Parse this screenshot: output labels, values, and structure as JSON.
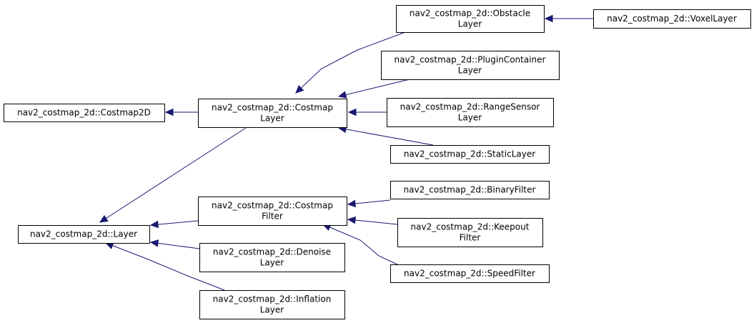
{
  "colors": {
    "edge": "#191970",
    "node_border": "#000000",
    "node_fill": "#ffffff"
  },
  "nodes": [
    {
      "id": "costmap2d",
      "lines": [
        "nav2_costmap_2d::Costmap2D"
      ]
    },
    {
      "id": "costmap_layer",
      "lines": [
        "nav2_costmap_2d::Costmap",
        "Layer"
      ]
    },
    {
      "id": "layer",
      "lines": [
        "nav2_costmap_2d::Layer"
      ]
    },
    {
      "id": "obstacle_layer",
      "lines": [
        "nav2_costmap_2d::Obstacle",
        "Layer"
      ]
    },
    {
      "id": "voxel_layer",
      "lines": [
        "nav2_costmap_2d::VoxelLayer"
      ]
    },
    {
      "id": "plugin_container",
      "lines": [
        "nav2_costmap_2d::PluginContainer",
        "Layer"
      ]
    },
    {
      "id": "range_sensor",
      "lines": [
        "nav2_costmap_2d::RangeSensor",
        "Layer"
      ]
    },
    {
      "id": "static_layer",
      "lines": [
        "nav2_costmap_2d::StaticLayer"
      ]
    },
    {
      "id": "costmap_filter",
      "lines": [
        "nav2_costmap_2d::Costmap",
        "Filter"
      ]
    },
    {
      "id": "binary_filter",
      "lines": [
        "nav2_costmap_2d::BinaryFilter"
      ]
    },
    {
      "id": "keepout_filter",
      "lines": [
        "nav2_costmap_2d::Keepout",
        "Filter"
      ]
    },
    {
      "id": "speed_filter",
      "lines": [
        "nav2_costmap_2d::SpeedFilter"
      ]
    },
    {
      "id": "denoise_layer",
      "lines": [
        "nav2_costmap_2d::Denoise",
        "Layer"
      ]
    },
    {
      "id": "inflation_layer",
      "lines": [
        "nav2_costmap_2d::Inflation",
        "Layer"
      ]
    }
  ],
  "edges": [
    {
      "from": "costmap_layer",
      "to": "costmap2d"
    },
    {
      "from": "costmap_layer",
      "to": "layer"
    },
    {
      "from": "obstacle_layer",
      "to": "costmap_layer"
    },
    {
      "from": "plugin_container",
      "to": "costmap_layer"
    },
    {
      "from": "range_sensor",
      "to": "costmap_layer"
    },
    {
      "from": "static_layer",
      "to": "costmap_layer"
    },
    {
      "from": "voxel_layer",
      "to": "obstacle_layer"
    },
    {
      "from": "costmap_filter",
      "to": "layer"
    },
    {
      "from": "denoise_layer",
      "to": "layer"
    },
    {
      "from": "inflation_layer",
      "to": "layer"
    },
    {
      "from": "binary_filter",
      "to": "costmap_filter"
    },
    {
      "from": "keepout_filter",
      "to": "costmap_filter"
    },
    {
      "from": "speed_filter",
      "to": "costmap_filter"
    }
  ]
}
